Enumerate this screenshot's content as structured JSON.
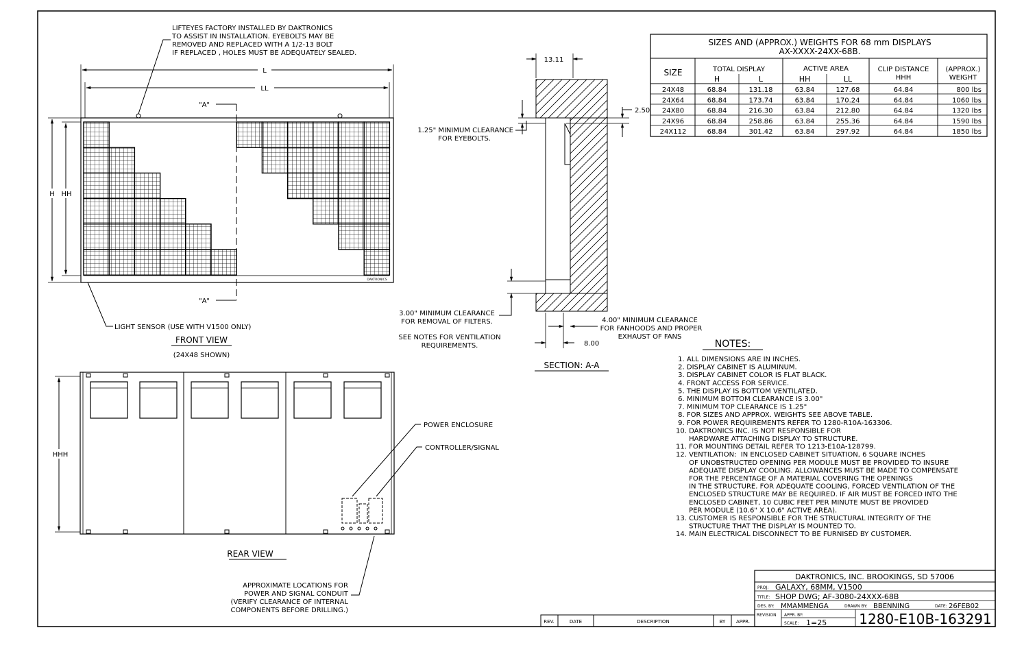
{
  "front_view": {
    "top_note": [
      "LIFTEYES FACTORY INSTALLED BY DAKTRONICS",
      "TO ASSIST IN INSTALLATION. EYEBOLTS MAY BE",
      "REMOVED AND REPLACED WITH A 1/2-13 BOLT",
      "IF REPLACED , HOLES MUST BE ADEQUATELY SEALED."
    ],
    "dim_L": "L",
    "dim_LL": "LL",
    "dim_H": "H",
    "dim_HH": "HH",
    "section_mark_top": "\"A\"",
    "section_mark_bottom": "\"A\"",
    "brand_label": "DAKTRONICS",
    "light_sensor_note": "LIGHT SENSOR (USE WITH V1500 ONLY)",
    "title": "FRONT VIEW",
    "subtitle": "(24X48 SHOWN)"
  },
  "section": {
    "dim_top": "13.11",
    "dim_right": "2.50",
    "eyebolt_note": [
      "1.25\" MINIMUM CLEARANCE",
      "FOR EYEBOLTS."
    ],
    "filter_note": [
      "3.00\" MINIMUM CLEARANCE",
      "FOR REMOVAL OF FILTERS."
    ],
    "vent_note": [
      "SEE NOTES FOR VENTILATION",
      "REQUIREMENTS."
    ],
    "fan_note": [
      "4.00\" MINIMUM CLEARANCE",
      "FOR FANHOODS AND PROPER",
      "EXHAUST OF FANS"
    ],
    "dim_bottom": "8.00",
    "title": "SECTION: A-A"
  },
  "rear_view": {
    "dim_HHH": "HHH",
    "power_label": "POWER ENCLOSURE",
    "controller_label": "CONTROLLER/SIGNAL",
    "title": "REAR VIEW",
    "conduit_note": [
      "APPROXIMATE LOCATIONS FOR",
      "POWER AND SIGNAL CONDUIT",
      "(VERIFY CLEARANCE OF INTERNAL",
      "COMPONENTS BEFORE DRILLING.)"
    ]
  },
  "table": {
    "title": "SIZES AND (APPROX.) WEIGHTS FOR 68 mm DISPLAYS",
    "subtitle": "AX-XXXX-24XX-68B.",
    "h_size": "SIZE",
    "h_total": "TOTAL DISPLAY",
    "h_active": "ACTIVE AREA",
    "h_clip": "CLIP DISTANCE",
    "h_weight1": "(APPROX.)",
    "h_weight2": "WEIGHT",
    "sub_H": "H",
    "sub_L": "L",
    "sub_HH": "HH",
    "sub_LL": "LL",
    "sub_HHH": "HHH",
    "rows": [
      [
        "24X48",
        "68.84",
        "131.18",
        "63.84",
        "127.68",
        "64.84",
        "800 lbs"
      ],
      [
        "24X64",
        "68.84",
        "173.74",
        "63.84",
        "170.24",
        "64.84",
        "1060 lbs"
      ],
      [
        "24X80",
        "68.84",
        "216.30",
        "63.84",
        "212.80",
        "64.84",
        "1320 lbs"
      ],
      [
        "24X96",
        "68.84",
        "258.86",
        "63.84",
        "255.36",
        "64.84",
        "1590 lbs"
      ],
      [
        "24X112",
        "68.84",
        "301.42",
        "63.84",
        "297.92",
        "64.84",
        "1850 lbs"
      ]
    ]
  },
  "notes": {
    "title": "NOTES:",
    "lines": [
      " 1. ALL DIMENSIONS ARE IN INCHES.",
      " 2. DISPLAY CABINET IS ALUMINUM.",
      " 3. DISPLAY CABINET COLOR IS FLAT BLACK.",
      " 4. FRONT ACCESS FOR SERVICE.",
      " 5. THE DISPLAY IS BOTTOM VENTILATED.",
      " 6. MINIMUM BOTTOM CLEARANCE IS 3.00\"",
      " 7. MINIMUM TOP CLEARANCE IS 1.25\"",
      " 8. FOR SIZES AND APPROX. WEIGHTS SEE ABOVE TABLE.",
      " 9. FOR POWER REQUIREMENTS REFER TO 1280-R10A-163306.",
      "10. DAKTRONICS INC. IS NOT RESPONSIBLE FOR",
      "      HARDWARE ATTACHING DISPLAY TO STRUCTURE.",
      "11. FOR MOUNTING DETAIL REFER TO 1213-E10A-128799.",
      "12. VENTILATION:  IN ENCLOSED CABINET SITUATION, 6 SQUARE INCHES",
      "      OF UNOBSTRUCTED OPENING PER MODULE MUST BE PROVIDED TO INSURE",
      "      ADEQUATE DISPLAY COOLING. ALLOWANCES MUST BE MADE TO COMPENSATE",
      "      FOR THE PERCENTAGE OF A MATERIAL COVERING THE OPENINGS",
      "      IN THE STRUCTURE. FOR ADEQUATE COOLING, FORCED VENTILATION OF THE",
      "      ENCLOSED STRUCTURE MAY BE REQUIRED. IF AIR MUST BE FORCED INTO THE",
      "      ENCLOSED CABINET, 10 CUBIC FEET PER MINUTE MUST BE PROVIDED",
      "      PER MODULE (10.6\" X 10.6\" ACTIVE AREA).",
      "13. CUSTOMER IS RESPONSIBLE FOR THE STRUCTURAL INTEGRITY OF THE",
      "      STRUCTURE THAT THE DISPLAY IS MOUNTED TO.",
      "14. MAIN ELECTRICAL DISCONNECT TO BE FURNISED BY CUSTOMER."
    ]
  },
  "revision_block": {
    "rev": "REV.",
    "date": "DATE",
    "description": "DESCRIPTION",
    "by": "BY",
    "appr": "APPR."
  },
  "title_block": {
    "company": "DAKTRONICS, INC.  BROOKINGS, SD 57006",
    "proj_label": "PROJ:",
    "proj": "GALAXY, 68MM, V1500",
    "title_label": "TITLE:",
    "title": "SHOP DWG; AF-3080-24XXX-68B",
    "des_label": "DES. BY:",
    "designer": "MMAMMENGA",
    "drawn_label": "DRAWN BY:",
    "drawn_by": "BBENNING",
    "date_label": "DATE:",
    "date": "26FEB02",
    "revision_label": "REVISION",
    "appr_label": "APPR. BY:",
    "scale_label": "SCALE:",
    "scale": "1=25",
    "drawing_number": "1280-E10B-163291"
  }
}
